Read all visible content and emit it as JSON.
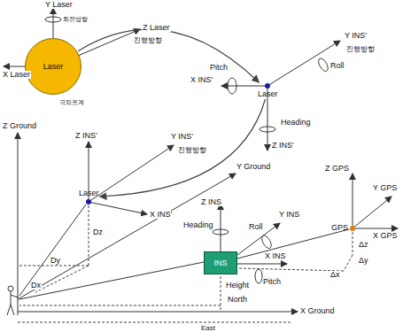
{
  "diagram": {
    "nodes": [
      {
        "text": [
          "Laser"
        ]
      },
      {
        "text": [
          "Laser"
        ]
      },
      {
        "text": [
          "Laser"
        ]
      },
      {
        "text": [
          "INS"
        ]
      },
      {
        "text": [
          "GPS"
        ]
      }
    ],
    "edges": [
      {
        "from": 0,
        "to": 1,
        "arrow": "to"
      },
      {
        "from": 1,
        "to": 2,
        "arrow": "to"
      }
    ],
    "labels": [
      "Y Laser",
      "회전방향",
      "Z Laser",
      "진행방향",
      "X Laser",
      "극좌표계",
      "Y INS'",
      "진행방향",
      "Roll",
      "Pitch",
      "X INS'",
      "Heading",
      "Z INS'",
      "Z Ground",
      "Z INS'",
      "Y INS'",
      "진행방향",
      "X INS'",
      "Dz",
      "Dy",
      "Dx",
      "Y Ground",
      "Z GPS",
      "Y GPS",
      "X GPS",
      "Δz",
      "Δy",
      "Δx",
      "Z INS",
      "Heading",
      "Y INS",
      "Roll",
      "X INS",
      "Pitch",
      "Height",
      "North",
      "X Ground",
      "East"
    ]
  }
}
